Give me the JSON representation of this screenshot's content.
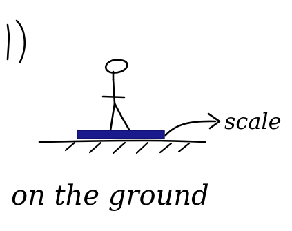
{
  "problem": {
    "number": "1)"
  },
  "diagram": {
    "scale_label": "scale",
    "caption": "on the ground",
    "colors": {
      "ink": "#000000",
      "scale": "#1a1a8c",
      "background": "#ffffff"
    }
  }
}
